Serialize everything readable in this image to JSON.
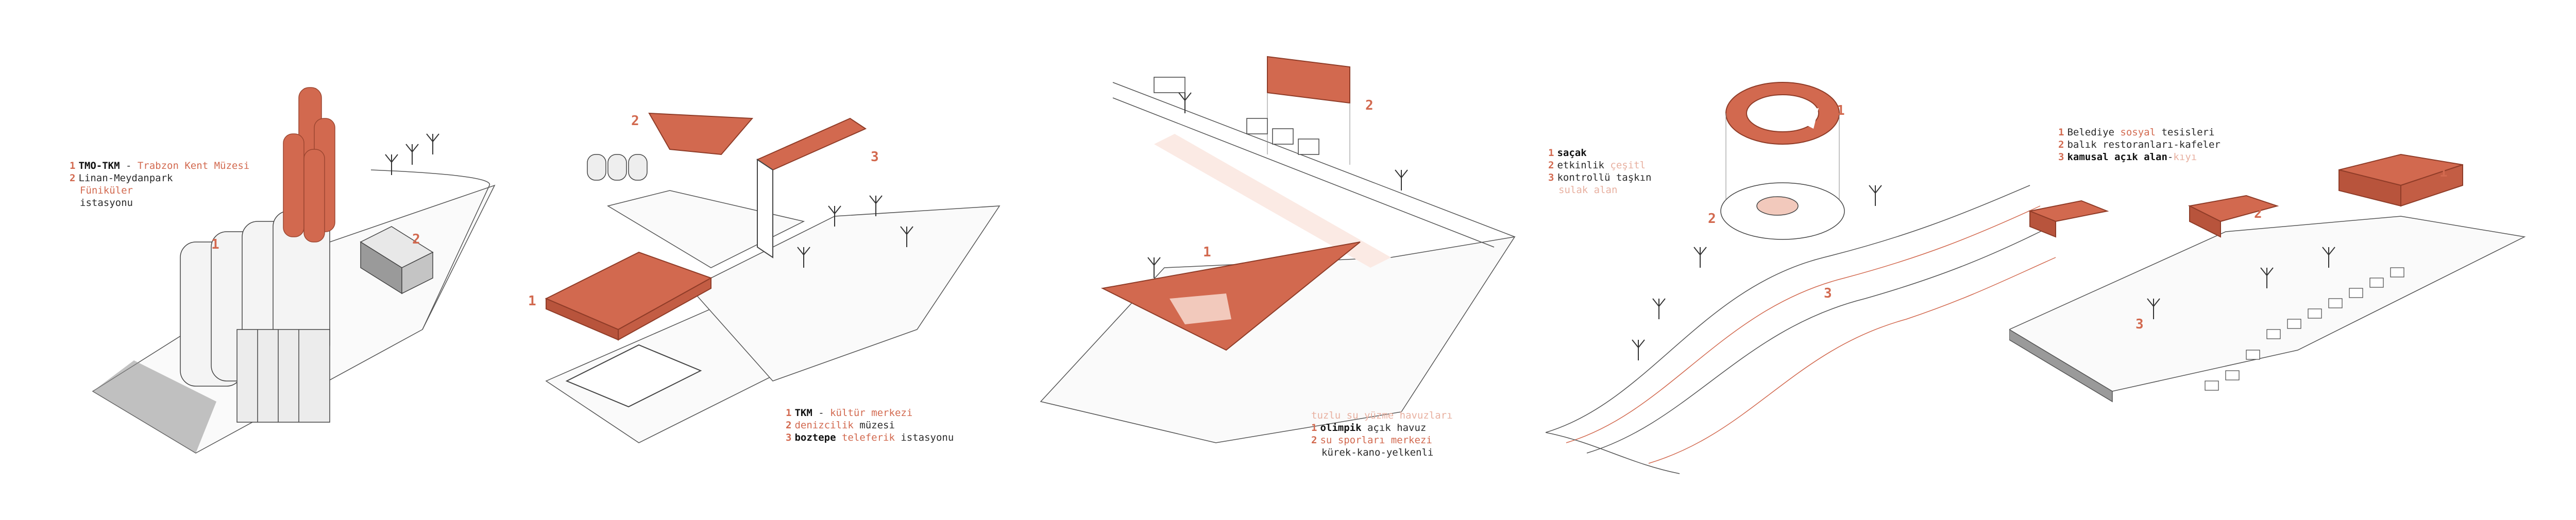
{
  "colors": {
    "accent": "#d2694f",
    "accent_light": "#f2c9bc",
    "accent_pale": "#fbeae4",
    "line": "#444444",
    "shadow": "#8f8f8f",
    "text": "#2a2a2a"
  },
  "panels": [
    {
      "legend": [
        {
          "num": "1",
          "bold": "TMO-TKM",
          "rest": " - ",
          "accent": "Trabzon Kent Müzesi"
        },
        {
          "num": "2",
          "bold": "",
          "rest": "Linan-Meydanpark",
          "accent": ""
        },
        {
          "num": "",
          "bold": "",
          "rest": "",
          "accent": "Füniküler"
        },
        {
          "num": "",
          "bold": "",
          "rest": "istasyonu",
          "accent": ""
        }
      ],
      "callouts": [
        "1",
        "2"
      ]
    },
    {
      "legend": [
        {
          "num": "1",
          "bold": "TKM",
          "rest": " - ",
          "accent": "kültür merkezi"
        },
        {
          "num": "2",
          "bold": "",
          "accent": "denizcilik",
          "rest": " müzesi"
        },
        {
          "num": "3",
          "bold": "boztepe",
          "accent": " teleferik",
          "rest": " istasyonu"
        }
      ],
      "callouts": [
        "1",
        "2",
        "3"
      ]
    },
    {
      "legend": [
        {
          "num": "",
          "bold": "",
          "accent": "",
          "light": "tuzlu su yüzme havuzları"
        },
        {
          "num": "1",
          "bold": "olimpik",
          "rest": " açık havuz"
        },
        {
          "num": "2",
          "bold": "",
          "accent": "su sporları merkezi",
          "rest": ""
        },
        {
          "num": "",
          "bold": "",
          "rest": "kürek-kano-yelkenli"
        }
      ],
      "callouts": [
        "1",
        "2"
      ]
    },
    {
      "legend": [
        {
          "num": "1",
          "bold": "saçak",
          "rest": ""
        },
        {
          "num": "2",
          "bold": "",
          "rest": "etkinlik ",
          "light": "çeşitl"
        },
        {
          "num": "3",
          "bold": "",
          "rest": "kontrollü taşkın"
        },
        {
          "num": "",
          "bold": "",
          "light": "sulak alan"
        }
      ],
      "callouts": [
        "1",
        "2",
        "3"
      ]
    },
    {
      "legend": [
        {
          "num": "1",
          "bold": "",
          "rest": "Belediye ",
          "accent": "sosyal",
          "rest2": " tesisleri"
        },
        {
          "num": "2",
          "bold": "",
          "rest": "balık restoranları-kafeler"
        },
        {
          "num": "3",
          "bold": "kamusal açık alan",
          "rest": "-",
          "light": "kıyı"
        }
      ],
      "callouts": [
        "1",
        "2",
        "3"
      ]
    }
  ]
}
